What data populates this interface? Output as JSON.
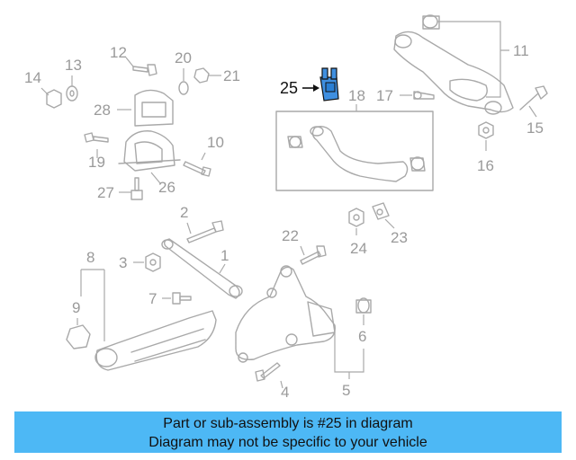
{
  "diagram": {
    "highlight_color": "#2a7fd4",
    "callouts": {
      "c1": "1",
      "c2": "2",
      "c3": "3",
      "c4": "4",
      "c5": "5",
      "c6": "6",
      "c7": "7",
      "c8": "8",
      "c9": "9",
      "c10": "10",
      "c11": "11",
      "c12": "12",
      "c13": "13",
      "c14": "14",
      "c15": "15",
      "c16": "16",
      "c17": "17",
      "c18": "18",
      "c19": "19",
      "c20": "20",
      "c21": "21",
      "c22": "22",
      "c23": "23",
      "c24": "24",
      "c25": "25",
      "c26": "26",
      "c27": "27",
      "c28": "28"
    }
  },
  "banner": {
    "line1": "Part or sub-assembly is #25 in diagram",
    "line2": "Diagram may not be specific to your vehicle",
    "background": "#4db8f5"
  }
}
